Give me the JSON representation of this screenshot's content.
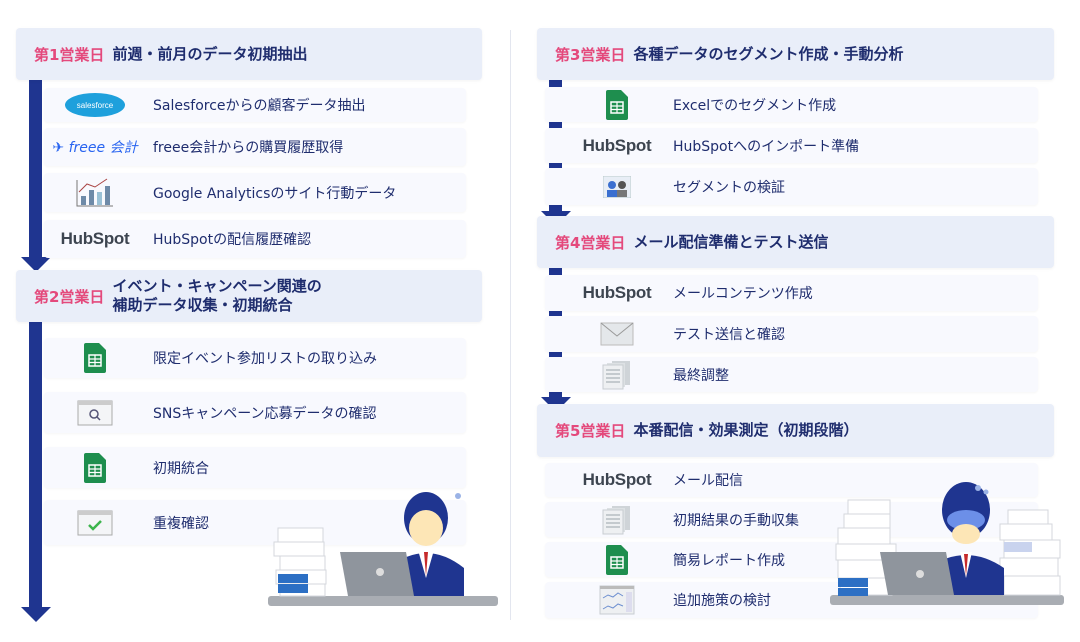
{
  "colors": {
    "navy": "#1f2d6e",
    "pink": "#e4497c",
    "arrow": "#1f3590",
    "header_bg": "#e9eef9"
  },
  "days": [
    {
      "day": "第1営業日",
      "title": "前週・前月のデータ初期抽出",
      "items": [
        {
          "icon": "salesforce-logo",
          "logo_text": "salesforce",
          "label": "Salesforceからの顧客データ抽出"
        },
        {
          "icon": "freee-logo",
          "logo_text": "freee 会計",
          "label": "freee会計からの購買履歴取得"
        },
        {
          "icon": "analytics-chart-icon",
          "label": "Google Analyticsのサイト行動データ"
        },
        {
          "icon": "hubspot-logo",
          "logo_text": "HubSpot",
          "label": "HubSpotの配信履歴確認"
        }
      ]
    },
    {
      "day": "第2営業日",
      "title": "イベント・キャンペーン関連の\n補助データ収集・初期統合",
      "items": [
        {
          "icon": "spreadsheet-icon",
          "label": "限定イベント参加リストの取り込み"
        },
        {
          "icon": "browser-search-icon",
          "label": "SNSキャンペーン応募データの確認"
        },
        {
          "icon": "spreadsheet-icon",
          "label": "初期統合"
        },
        {
          "icon": "browser-check-icon",
          "label": "重複確認"
        }
      ]
    },
    {
      "day": "第3営業日",
      "title": "各種データのセグメント作成・手動分析",
      "items": [
        {
          "icon": "spreadsheet-icon",
          "label": "Excelでのセグメント作成"
        },
        {
          "icon": "hubspot-logo",
          "logo_text": "HubSpot",
          "label": "HubSpotへのインポート準備"
        },
        {
          "icon": "users-icon",
          "label": "セグメントの検証"
        }
      ]
    },
    {
      "day": "第4営業日",
      "title": "メール配信準備とテスト送信",
      "items": [
        {
          "icon": "hubspot-logo",
          "logo_text": "HubSpot",
          "label": "メールコンテンツ作成"
        },
        {
          "icon": "mail-icon",
          "label": "テスト送信と確認"
        },
        {
          "icon": "documents-icon",
          "label": "最終調整"
        }
      ]
    },
    {
      "day": "第5営業日",
      "title": "本番配信・効果測定（初期段階）",
      "items": [
        {
          "icon": "hubspot-logo",
          "logo_text": "HubSpot",
          "label": "メール配信"
        },
        {
          "icon": "documents-icon",
          "label": "初期結果の手動収集"
        },
        {
          "icon": "spreadsheet-icon",
          "label": "簡易レポート作成"
        },
        {
          "icon": "dashboard-icon",
          "label": "追加施策の検討"
        }
      ]
    }
  ]
}
